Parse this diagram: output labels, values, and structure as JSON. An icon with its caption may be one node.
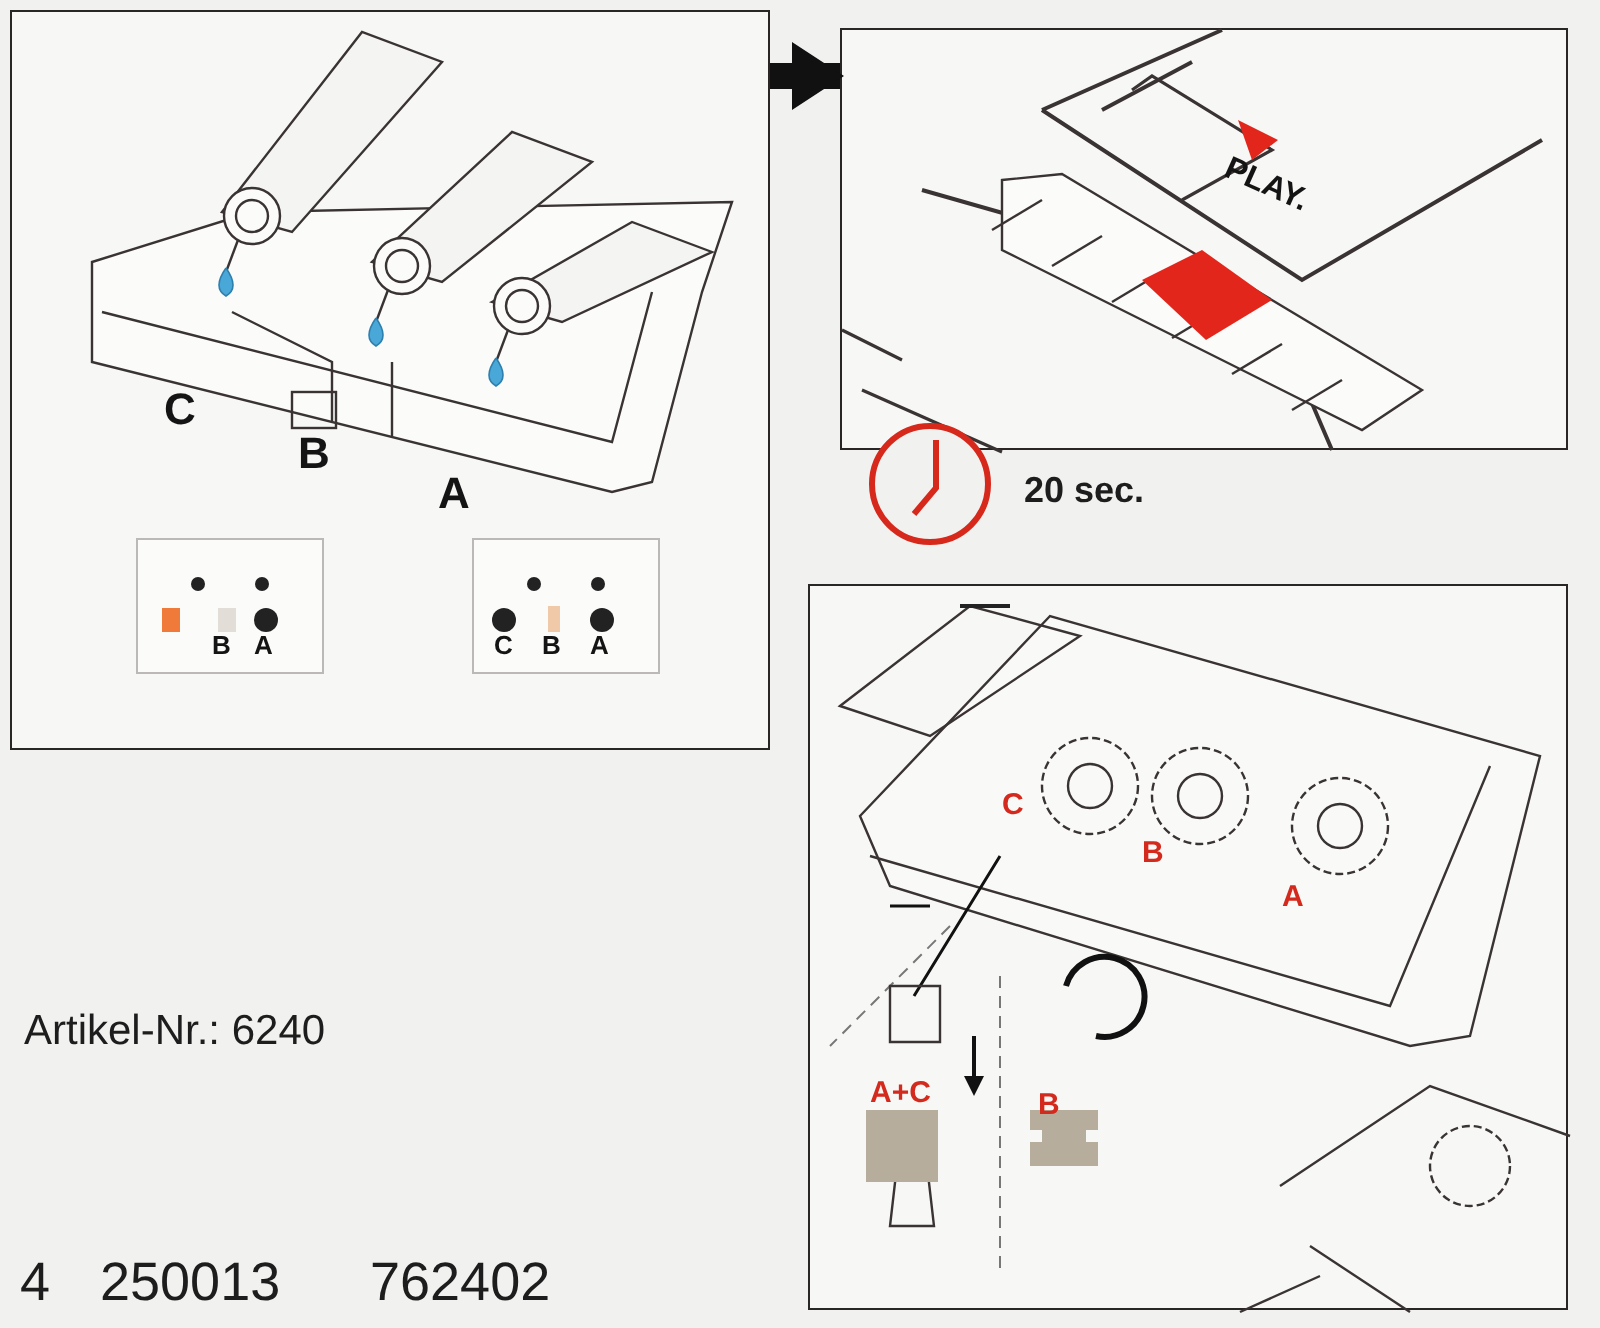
{
  "diagram": {
    "nodes": [
      {
        "text": [
          "C",
          "B",
          "A"
        ]
      },
      {
        "text": [
          "B",
          "A"
        ],
        "in": 0
      },
      {
        "text": [
          "C",
          "B",
          "A"
        ],
        "in": 0
      },
      {
        "text": [
          "PLAY."
        ],
        "beside": [
          "20 sec."
        ]
      },
      {
        "text": [
          "C",
          "B",
          "A",
          "A+C",
          "B"
        ]
      }
    ],
    "edges": [
      {
        "from": 0,
        "to": 3,
        "arrow": "to"
      }
    ],
    "labels": [
      "Artikel-Nr.: 6240",
      "4",
      "250013",
      "762402"
    ]
  }
}
